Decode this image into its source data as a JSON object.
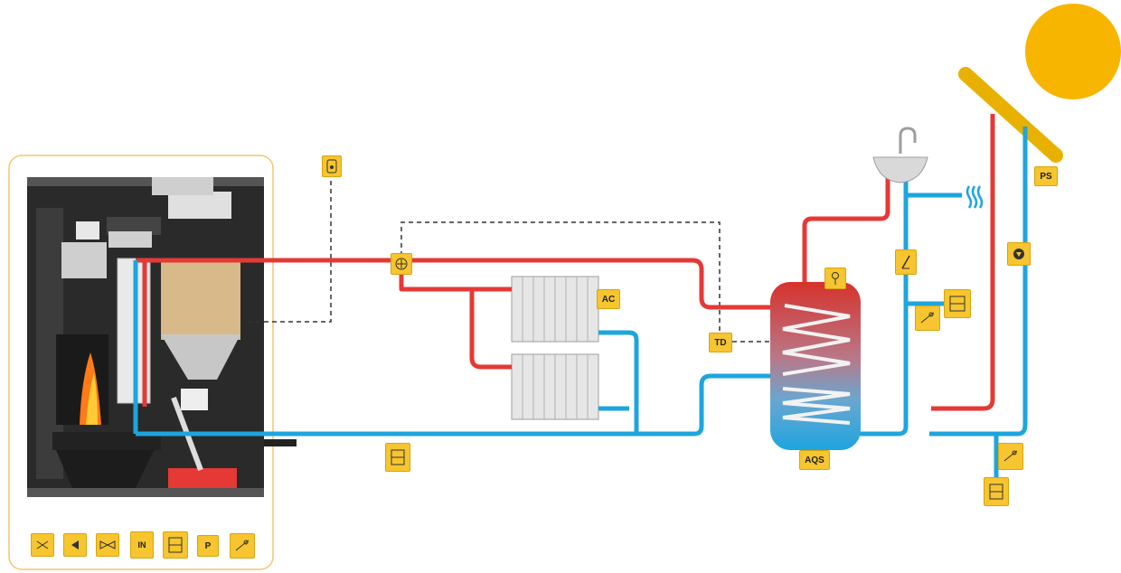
{
  "header": {
    "text": ""
  },
  "colors": {
    "hot_pipe": "#e53935",
    "cold_pipe": "#1ea5de",
    "label_bg": "#f6c52f",
    "sun": "#f7b500",
    "boiler_frame": "#f1c76d",
    "tank_top": "#d6322c",
    "tank_bottom": "#1ea5de"
  },
  "labels": {
    "radiator": "AC",
    "thermostat": "TD",
    "tank": "AQS",
    "solar_panel": "PS",
    "control_p": "P",
    "control_in": "IN"
  },
  "icons": {
    "room_sensor": "room-sensor-icon",
    "mixing_valve": "mixing-valve-icon",
    "expansion_vessel": "expansion-vessel-icon",
    "pump": "pump-icon",
    "safety_valve": "safety-valve-icon",
    "temperature_probe": "temperature-probe-icon",
    "steam_vent": "steam-vent-icon"
  }
}
